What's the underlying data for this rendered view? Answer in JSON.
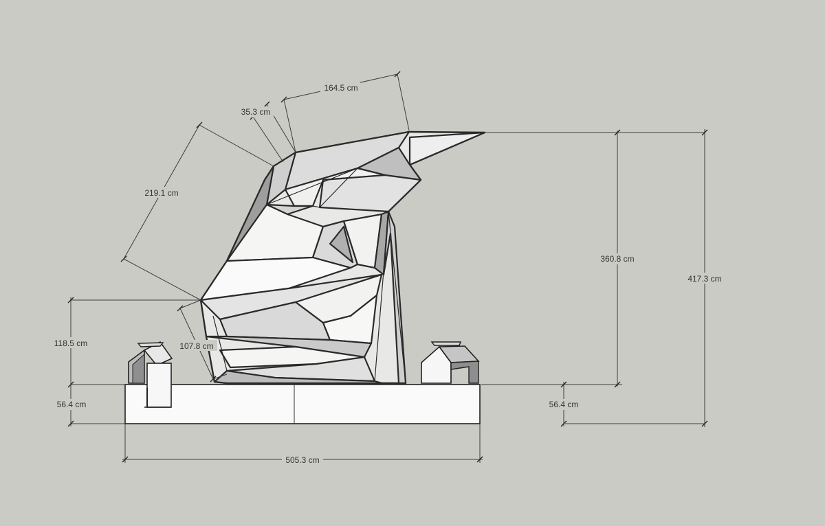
{
  "dimensions": {
    "seg_a": "164.5 cm",
    "seg_b": "35.3 cm",
    "diag_left": "219.1 cm",
    "inner_height": "360.8 cm",
    "total_height": "417.3 cm",
    "lower_height": "118.5 cm",
    "lower_diag": "107.8 cm",
    "base_left": "56.4 cm",
    "base_right": "56.4 cm",
    "base_width": "505.3 cm"
  },
  "colors": {
    "background": "#cbcbc5",
    "face_light": "#f4f4f2",
    "face_mid": "#dedede",
    "face_dark": "#b8b8b8",
    "edge": "#2a2a2a"
  }
}
